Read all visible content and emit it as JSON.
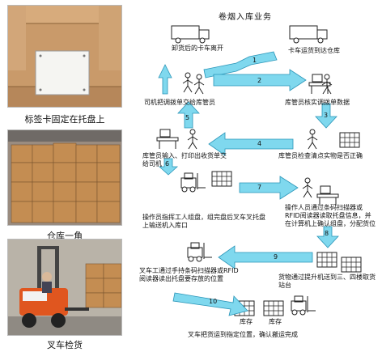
{
  "photos": [
    {
      "caption": "标签卡固定在托盘上",
      "icon": "tag-on-pallet-photo"
    },
    {
      "caption": "仓库一角",
      "icon": "warehouse-cartons-photo"
    },
    {
      "caption": "叉车检货",
      "icon": "forklift-photo"
    }
  ],
  "diagram": {
    "title": "卷烟入库业务",
    "labels": {
      "unload_truck": "卸货后的卡车离开",
      "truck_arrive": "卡车运货到达仓库",
      "driver_handover": "司机把调拨单交给库管员",
      "keeper_verify_data": "库管员核实调拨单数据",
      "keeper_print": "库管员输入、打印出收货单交给司机",
      "keeper_check_goods": "库管员检查清点实物是否正确",
      "worker_group": "操作员指挥工人组盘，组完盘后叉车叉托盘上输送机入库口",
      "scan_tag": "操作人员通过条码扫描器或RFID阅读器读取托盘信息，并在计算机上确认组盘，分配货位",
      "forklift_scan": "叉车工通过手持条码扫描器或RFID阅读器读出托盘要存放的位置",
      "conveyor_send": "货物通过提升机送到三、四楼取货站台",
      "stock_a": "库存",
      "stock_b": "库存",
      "forklift_confirm": "叉车把货运到指定位置，确认搬运完成"
    },
    "steps": [
      "1",
      "2",
      "3",
      "4",
      "5",
      "6",
      "7",
      "8",
      "9",
      "10"
    ],
    "colors": {
      "arrow_fill": "#7fd8ee",
      "arrow_stroke": "#2a95b8"
    }
  }
}
